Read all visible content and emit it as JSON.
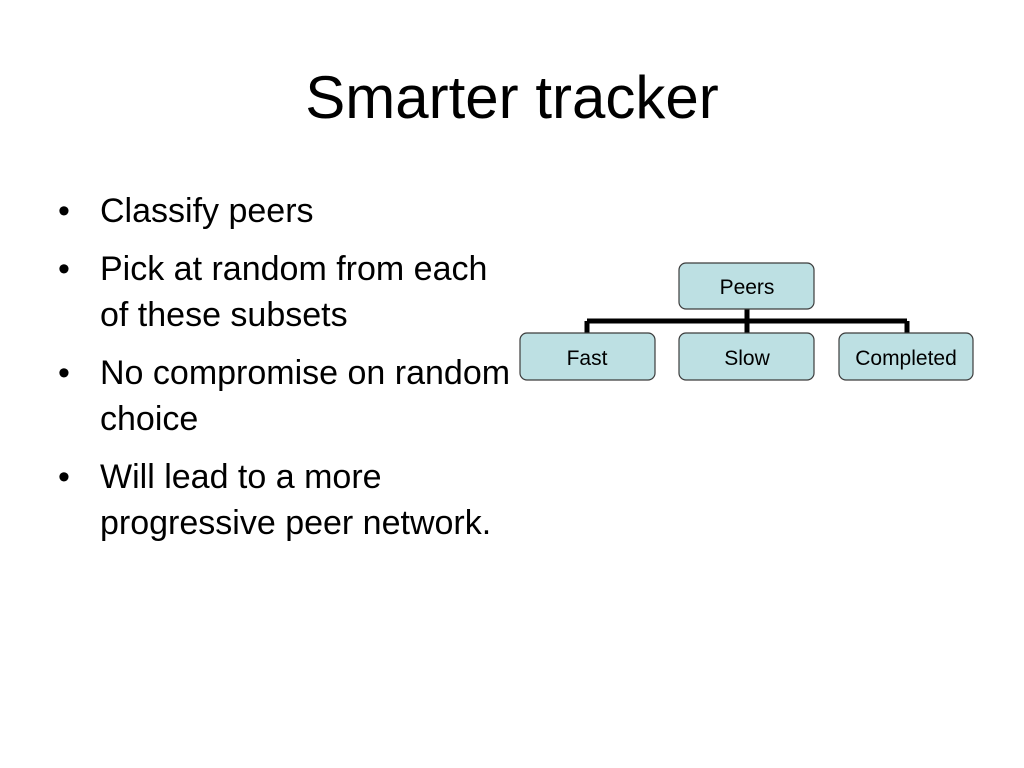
{
  "slide": {
    "title": "Smarter tracker",
    "bullets": [
      "Classify peers",
      "Pick at random from each of these subsets",
      "No compromise on random choice",
      "Will lead to a more progressive peer network."
    ],
    "bullet_glyph": "•"
  },
  "diagram": {
    "root": {
      "label": "Peers"
    },
    "children": [
      {
        "label": "Fast"
      },
      {
        "label": "Slow"
      },
      {
        "label": "Completed"
      }
    ],
    "colors": {
      "node_fill": "#bde0e3",
      "node_stroke": "#3c3c3c",
      "connector": "#000000"
    }
  }
}
